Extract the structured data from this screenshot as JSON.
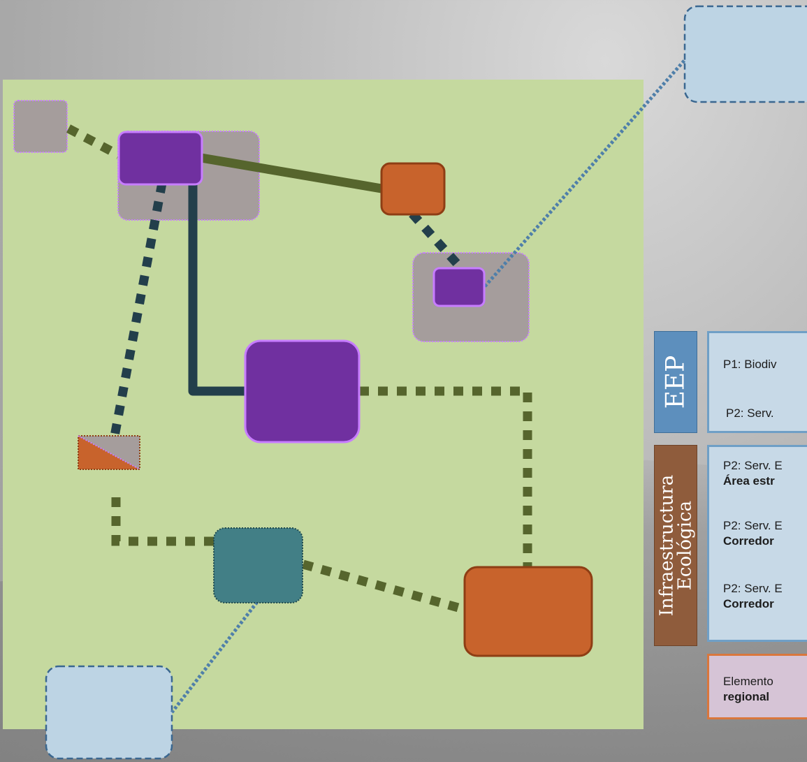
{
  "legend": {
    "eep": {
      "tab_label": "EEP",
      "items": [
        {
          "text": "P1: Biodiv"
        },
        {
          "text": "P2: Serv."
        }
      ]
    },
    "infra": {
      "tab_label_line1": "Infraestructura",
      "tab_label_line2": "Ecológica",
      "items": [
        {
          "line1": "P2: Serv. E",
          "line2": "Área estr"
        },
        {
          "line1": "P2: Serv. E",
          "line2": "Corredor"
        },
        {
          "line1": "P2: Serv. E",
          "line2": "Corredor"
        }
      ]
    },
    "element": {
      "line1": "Elemento",
      "line2": "regional"
    }
  },
  "colors": {
    "map_background": "#c5d99f",
    "purple": "#7030a0",
    "purple_border": "#c77dff",
    "orange": "#c8632c",
    "teal": "#427f86",
    "gray_zone": "#a59d9c",
    "light_blue": "#bdd4e4",
    "dark_teal_line": "#233f4b",
    "olive_line": "#56652d",
    "blue_dotted": "#4f7fa9",
    "eep_tab": "#5d8fbd",
    "infra_tab": "#8f5c3c"
  }
}
